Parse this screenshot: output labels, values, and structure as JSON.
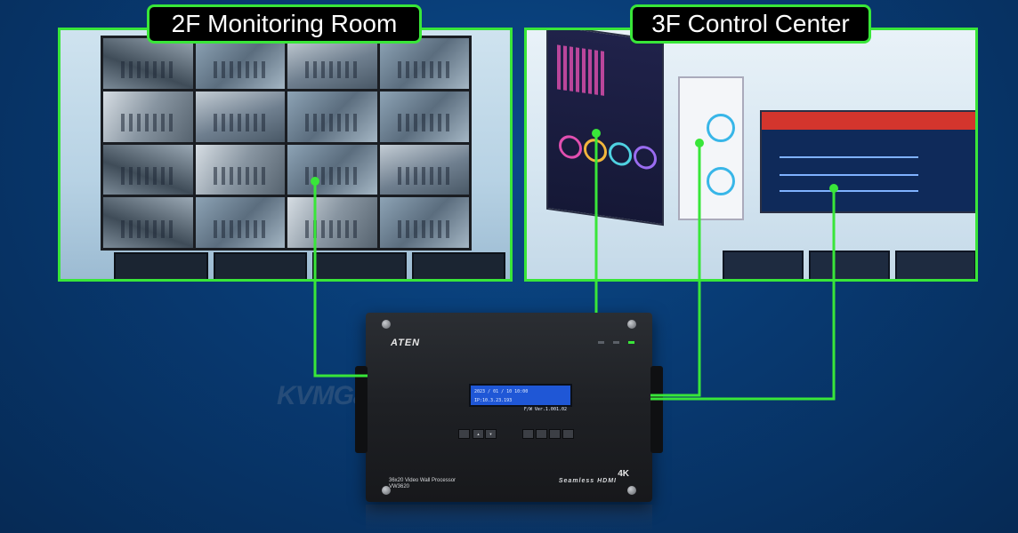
{
  "labels": {
    "left_room": "2F Monitoring Room",
    "right_room": "3F Control Center"
  },
  "device": {
    "brand": "ATEN",
    "lcd_line1": "2023 / 01 / 10 10:00   IP:10.3.23.193",
    "lcd_line2": "F/W Ver.1.001.02",
    "model_line1": "36x20 Video Wall Processor",
    "model_line2": "VW3620",
    "seamless_text": "Seamless HDMI",
    "resolution_badge": "4K"
  },
  "watermark": "KVMGalore",
  "colors": {
    "connector": "#39e639",
    "background": "#083a72",
    "lcd": "#1f57d6"
  }
}
